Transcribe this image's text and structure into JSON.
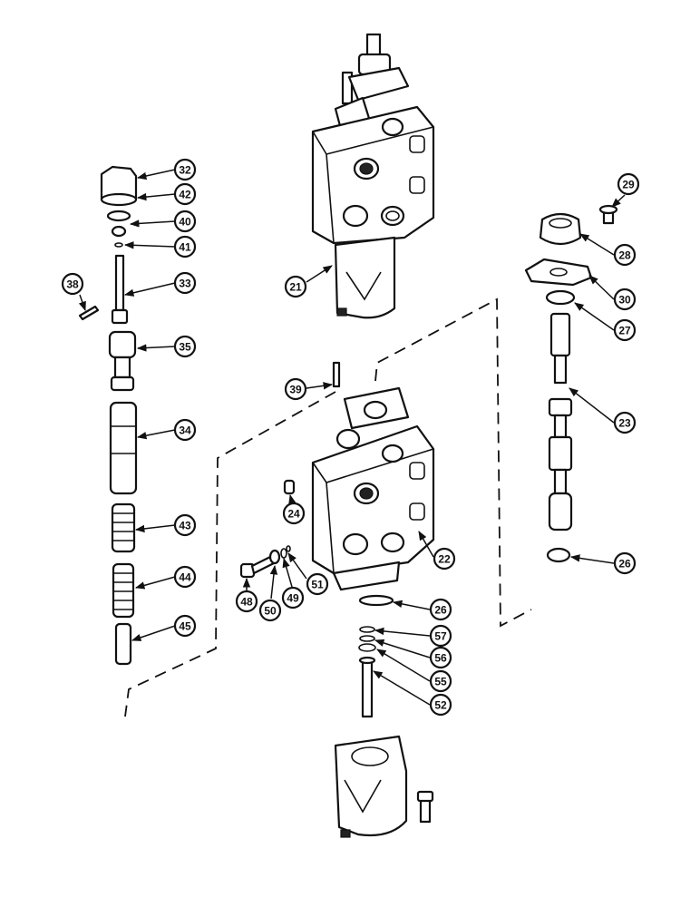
{
  "callouts": [
    {
      "label": "32"
    },
    {
      "label": "42"
    },
    {
      "label": "40"
    },
    {
      "label": "41"
    },
    {
      "label": "38"
    },
    {
      "label": "33"
    },
    {
      "label": "35"
    },
    {
      "label": "34"
    },
    {
      "label": "43"
    },
    {
      "label": "44"
    },
    {
      "label": "45"
    },
    {
      "label": "21"
    },
    {
      "label": "39"
    },
    {
      "label": "24"
    },
    {
      "label": "22"
    },
    {
      "label": "48"
    },
    {
      "label": "50"
    },
    {
      "label": "49"
    },
    {
      "label": "51"
    },
    {
      "label": "26"
    },
    {
      "label": "57"
    },
    {
      "label": "56"
    },
    {
      "label": "55"
    },
    {
      "label": "52"
    },
    {
      "label": "29"
    },
    {
      "label": "28"
    },
    {
      "label": "30"
    },
    {
      "label": "27"
    },
    {
      "label": "23"
    },
    {
      "label": "26"
    }
  ]
}
